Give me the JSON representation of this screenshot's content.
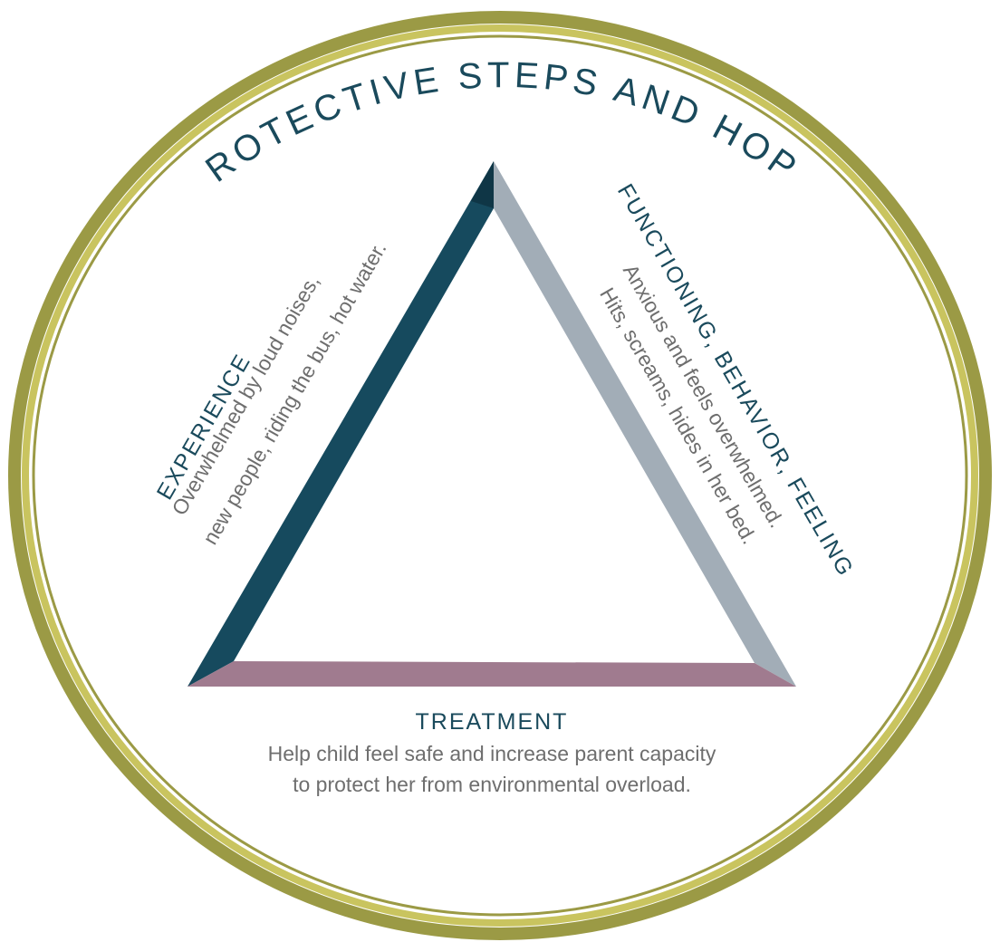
{
  "colors": {
    "outer_ring": "#9b9a45",
    "inner_ring": "#c9c45f",
    "experience_side": "#164a5e",
    "experience_bevel": "#0f3646",
    "functioning_side": "#a2adb7",
    "functioning_bevel": "#8a97a3",
    "treatment_side": "#a07b8f",
    "treatment_bevel": "#8e677c",
    "heading_text": "#1a4a5c",
    "body_text": "#6e6e6e"
  },
  "title": "PROTECTIVE STEPS AND HOPE",
  "experience": {
    "heading": "EXPERIENCE",
    "line1": "Overwhelmed by loud noises,",
    "line2": "new people, riding the bus, hot water."
  },
  "functioning": {
    "heading": "FUNCTIONING, BEHAVIOR, FEELING",
    "line1": "Anxious and feels overwhelmed.",
    "line2": "Hits, screams, hides in her bed."
  },
  "treatment": {
    "heading": "TREATMENT",
    "line1": "Help child feel safe and increase parent capacity",
    "line2": "to protect her from environmental overload."
  }
}
